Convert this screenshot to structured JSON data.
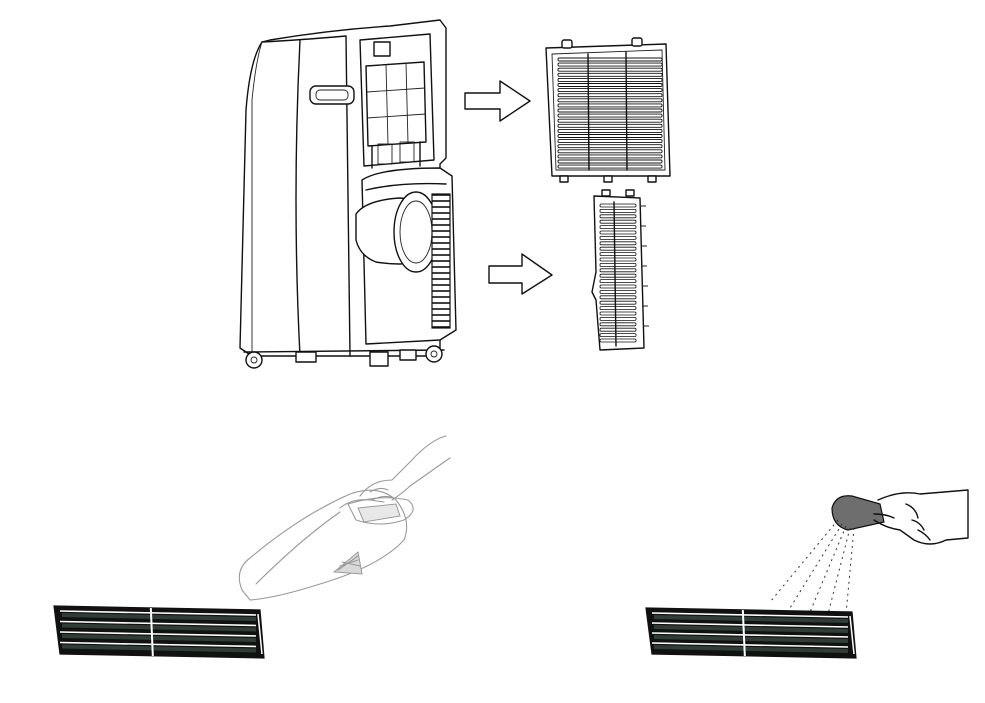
{
  "figure": {
    "panels": [
      {
        "id": "unit-filters",
        "content": "portable-air-conditioner-with-removed-filters"
      },
      {
        "id": "vacuum-cleaning",
        "content": "handheld-vacuum-over-filter"
      },
      {
        "id": "water-rinse",
        "content": "hand-spraying-water-over-filter"
      }
    ],
    "colors": {
      "line": "#111111",
      "filter_dark": "#2f3d36",
      "vacuum_line": "#9a9a9a",
      "spray_nozzle": "#6e6e6e"
    }
  }
}
